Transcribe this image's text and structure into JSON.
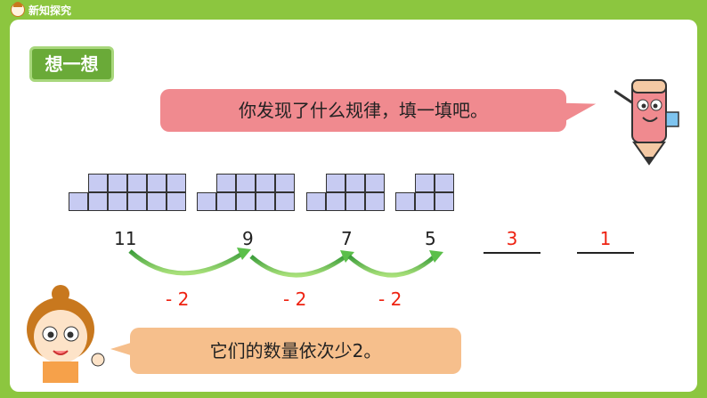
{
  "header": {
    "title": "新知探究"
  },
  "badge": {
    "label": "想一想"
  },
  "prompt": {
    "text": "你发现了什么规律，填一填吧。"
  },
  "grids": [
    {
      "label": "11",
      "cols": 6,
      "top_row": [
        0,
        1,
        1,
        1,
        1,
        1
      ],
      "bottom_row": [
        1,
        1,
        1,
        1,
        1,
        1
      ]
    },
    {
      "label": "9",
      "cols": 5,
      "top_row": [
        0,
        1,
        1,
        1,
        1
      ],
      "bottom_row": [
        1,
        1,
        1,
        1,
        1
      ]
    },
    {
      "label": "7",
      "cols": 4,
      "top_row": [
        0,
        1,
        1,
        1
      ],
      "bottom_row": [
        1,
        1,
        1,
        1
      ]
    },
    {
      "label": "5",
      "cols": 3,
      "top_row": [
        0,
        1,
        1
      ],
      "bottom_row": [
        1,
        1,
        1
      ]
    }
  ],
  "sequence": [
    "11",
    "9",
    "7",
    "5"
  ],
  "answers": [
    "3",
    "1"
  ],
  "steps": [
    "- 2",
    "- 2",
    "- 2"
  ],
  "conclusion": {
    "text": "它们的数量依次少2。"
  },
  "colors": {
    "brand": "#8cc63f",
    "cell": "#c7cbf2",
    "answer": "#e21",
    "arrow": "#5bbf4a"
  }
}
